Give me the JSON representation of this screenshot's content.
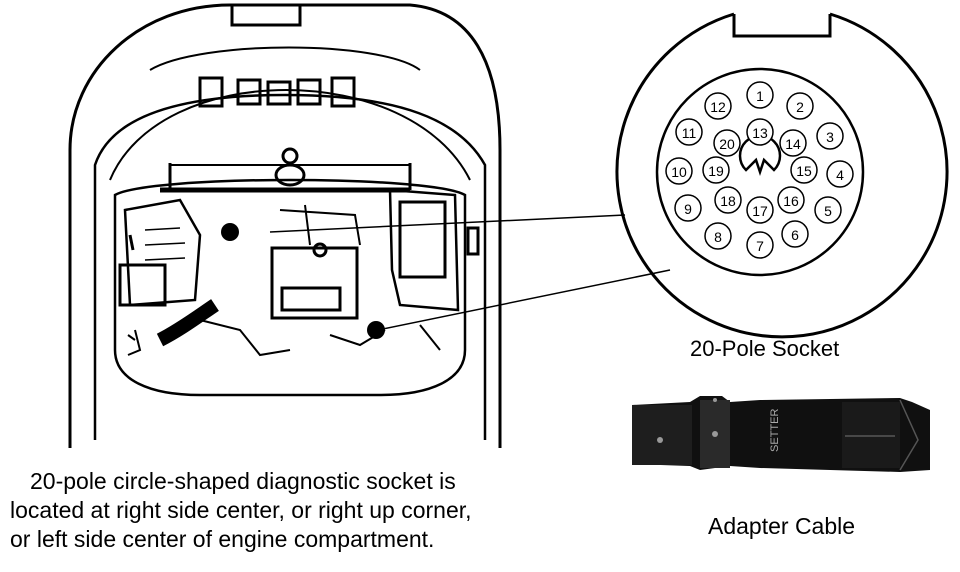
{
  "labels": {
    "socket": "20-Pole Socket",
    "cable": "Adapter Cable",
    "description": [
      "20-pole  circle-shaped  diagnostic  socket is",
      "located at right side center, or right up corner,",
      "or left side center of engine compartment."
    ],
    "cable_print": "SETTER"
  },
  "socket_pins": [
    "1",
    "2",
    "3",
    "4",
    "5",
    "6",
    "7",
    "8",
    "9",
    "10",
    "11",
    "12",
    "13",
    "14",
    "15",
    "16",
    "17",
    "18",
    "19",
    "20"
  ],
  "colors": {
    "ink": "#000000",
    "background": "#ffffff"
  }
}
